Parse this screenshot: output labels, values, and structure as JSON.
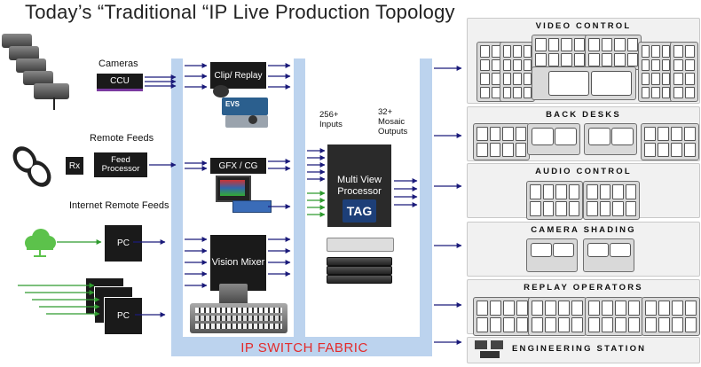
{
  "title": "Today’s “Traditional “IP Live Production Topology",
  "fabric": {
    "label": "IP SWITCH FABRIC"
  },
  "sources": {
    "cameras_label": "Cameras",
    "ccu_label": "CCU",
    "remote_feeds_label": "Remote  Feeds",
    "rx_label": "Rx",
    "feed_processor_label": "Feed Processor",
    "internet_feeds_label": "Internet Remote Feeds",
    "pc_label_1": "PC",
    "pc_label_2": "PC"
  },
  "processing": {
    "clip_replay_label": "Clip/ Replay",
    "evs_label": "EVS",
    "gfx_cg_label": "GFX / CG",
    "vision_mixer_label": "Vision Mixer"
  },
  "multiviewer": {
    "inputs_label": "256+ Inputs",
    "outputs_label": "32+ Mosaic Outputs",
    "processor_label": "Multi View Processor",
    "tag_logo": "TAG"
  },
  "destinations": [
    {
      "label": "VIDEO CONTROL"
    },
    {
      "label": "BACK DESKS"
    },
    {
      "label": "AUDIO CONTROL"
    },
    {
      "label": "CAMERA SHADING"
    },
    {
      "label": "REPLAY OPERATORS"
    },
    {
      "label": "ENGINEERING STATION"
    }
  ],
  "colors": {
    "arrow": "#1a1a7a",
    "green_arrow": "#2e9a2e",
    "fabric": "#bcd3ee",
    "fabric_label": "#e32b2b",
    "tag": "#1d3f78"
  },
  "icons": [
    "camera-icon",
    "satellite-dish-icon",
    "cloud-icon",
    "server-icon",
    "control-desk-icon"
  ]
}
